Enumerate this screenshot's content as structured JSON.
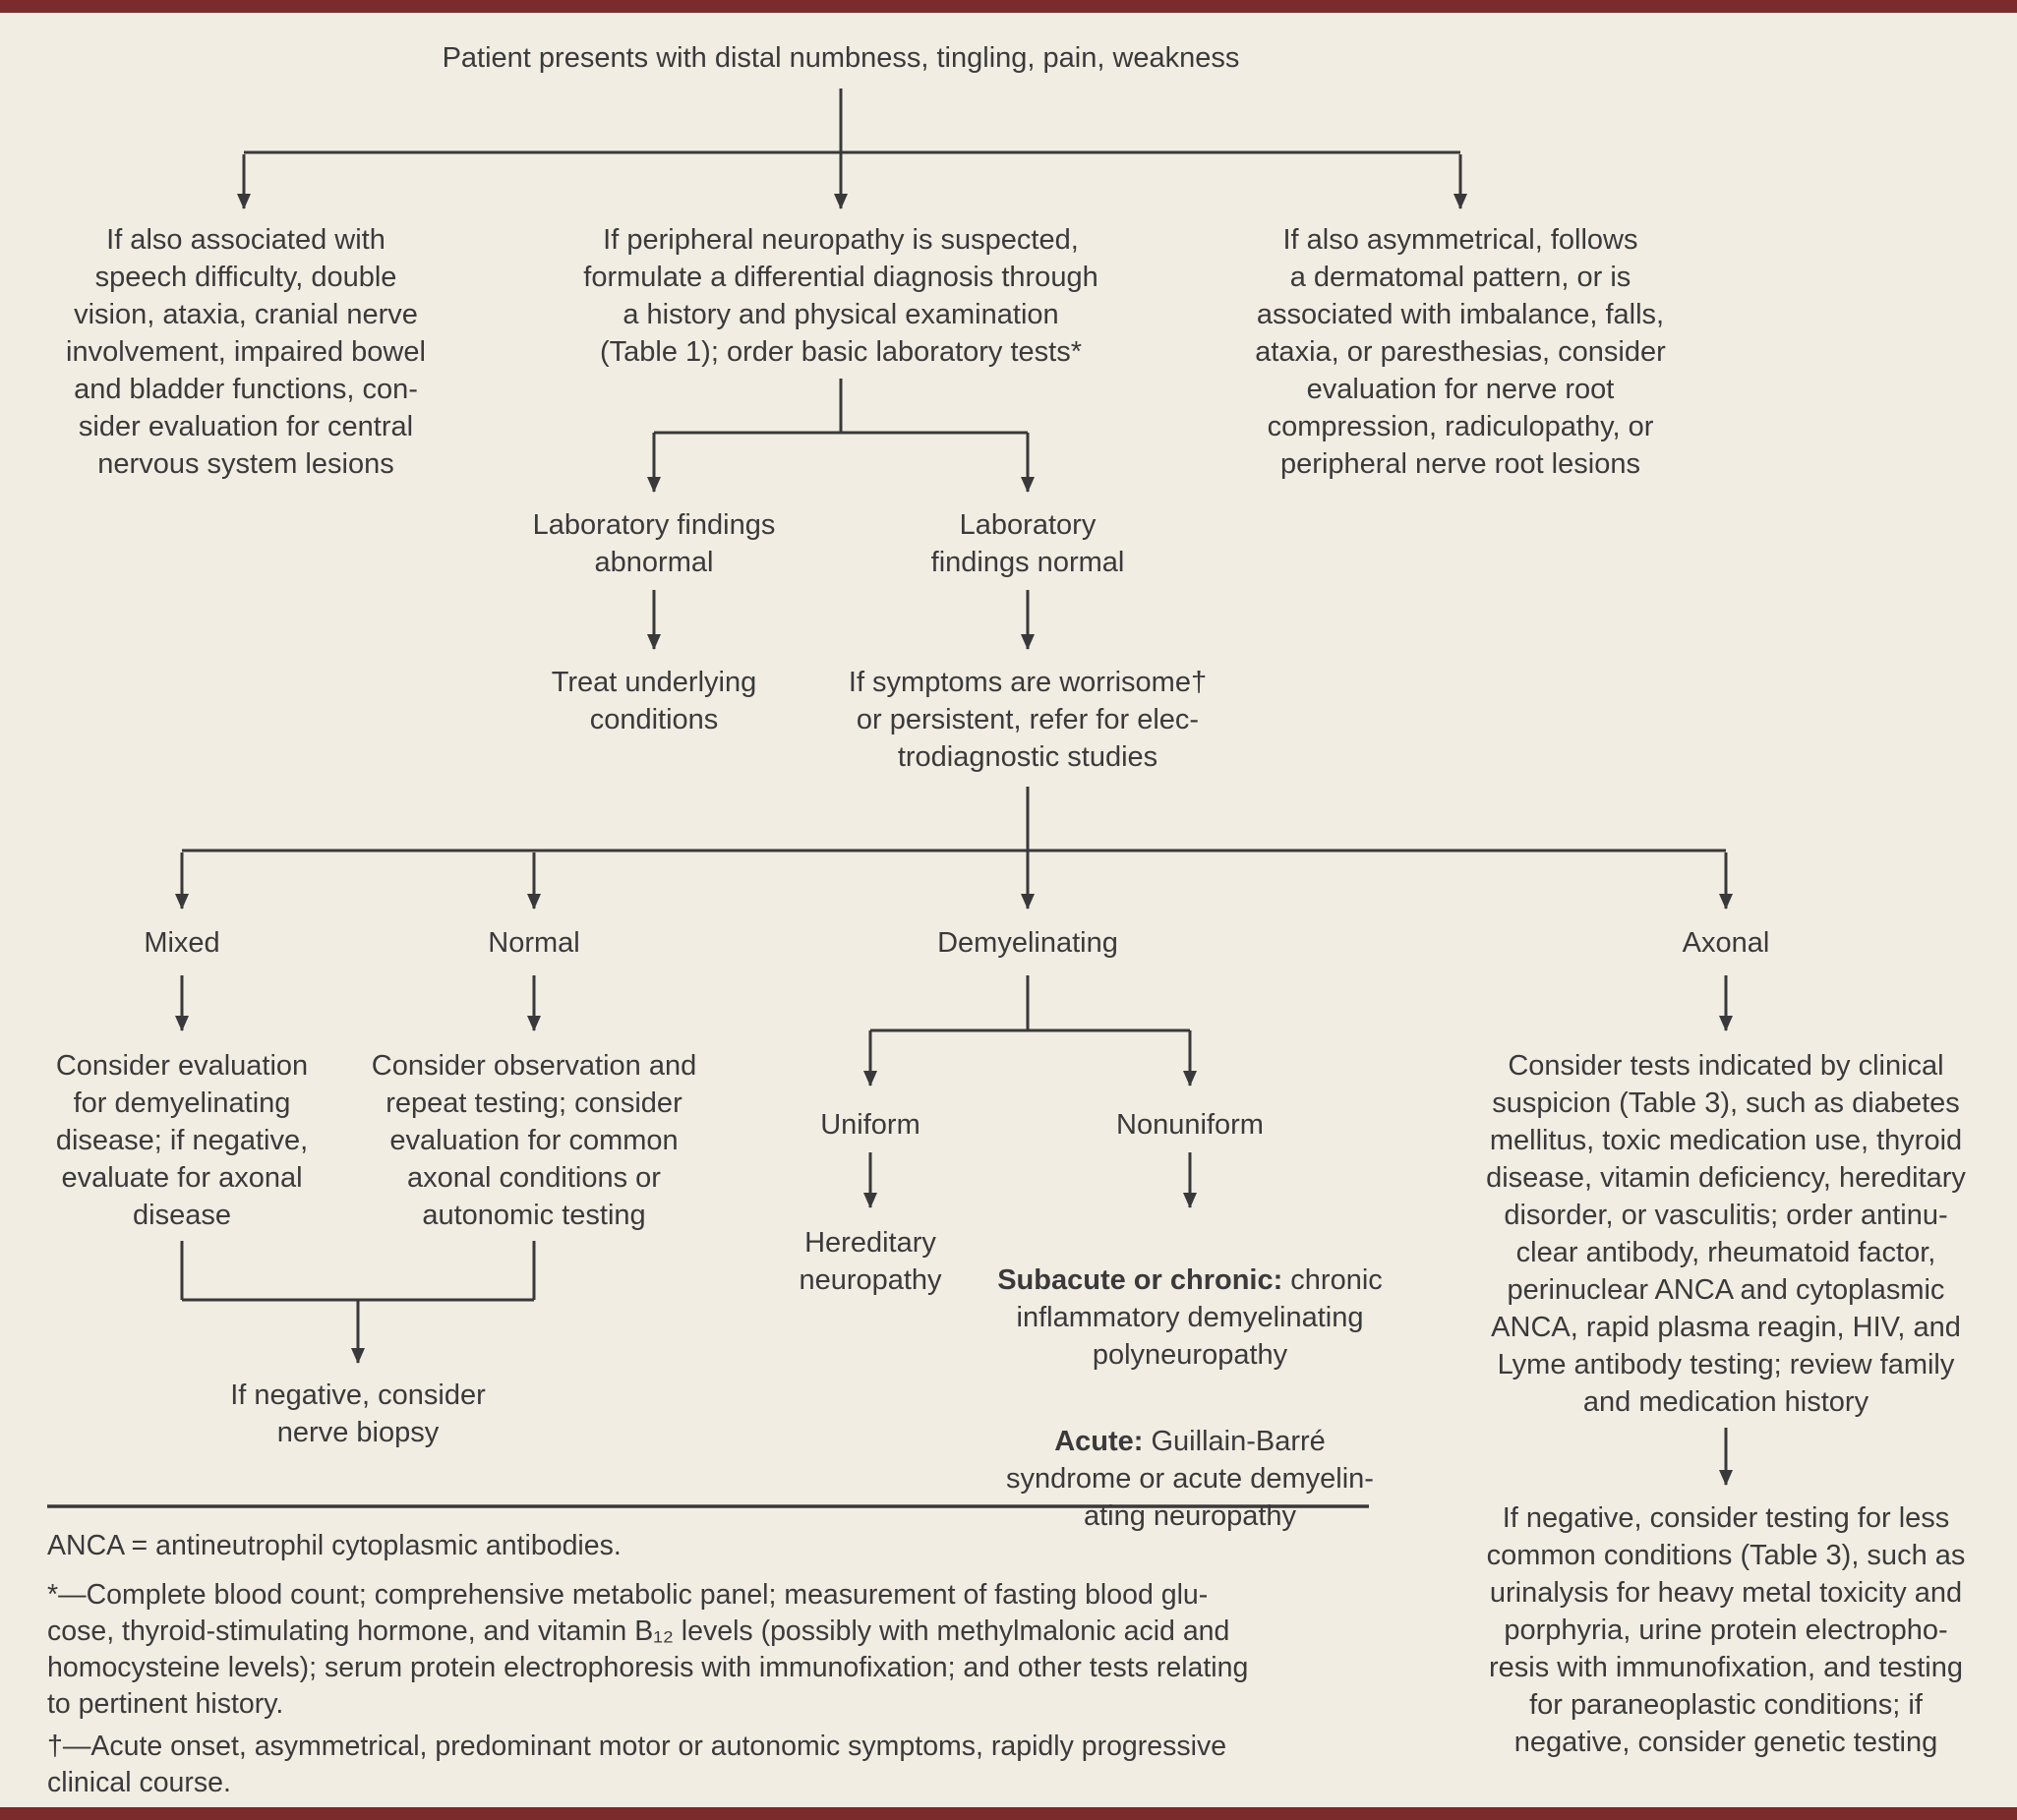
{
  "page": {
    "colors": {
      "background": "#f2ede2",
      "text": "#3a3a3c",
      "line": "#39393b",
      "accent_bar": "#7c2b2c"
    }
  },
  "nodes": {
    "root": "Patient presents with distal numbness, tingling, pain, weakness",
    "cns": "If also associated with\nspeech difficulty, double\nvision, ataxia, cranial nerve\ninvolvement, impaired bowel\nand bladder functions, con-\nsider evaluation for central\nnervous system lesions",
    "differential": "If peripheral neuropathy is suspected,\nformulate a differential diagnosis through\na history and physical examination\n(Table 1); order basic laboratory tests*",
    "radiculopathy": "If also asymmetrical, follows\na dermatomal pattern, or is\nassociated with imbalance, falls,\nataxia, or paresthesias, consider\nevaluation for nerve root\ncompression, radiculopathy, or\nperipheral nerve root lesions",
    "lab_abnormal": "Laboratory findings\nabnormal",
    "lab_normal": "Laboratory\nfindings normal",
    "treat": "Treat underlying\nconditions",
    "worrisome": "If symptoms are worrisome†\nor persistent, refer for elec-\ntrodiagnostic studies",
    "mixed_label": "Mixed",
    "normal_label": "Normal",
    "demyelinating_label": "Demyelinating",
    "axonal_label": "Axonal",
    "mixed_result": "Consider evaluation\nfor demyelinating\ndisease; if negative,\nevaluate for axonal\ndisease",
    "normal_result": "Consider observation and\nrepeat testing; consider\nevaluation for common\naxonal conditions or\nautonomic testing",
    "biopsy": "If negative, consider\nnerve biopsy",
    "uniform_label": "Uniform",
    "nonuniform_label": "Nonuniform",
    "hereditary": "Hereditary\nneuropathy",
    "nonuniform_result": {
      "subacute_label": "Subacute or chronic:",
      "subacute_text": " chronic\ninflammatory demyelinating\npolyneuropathy",
      "acute_label": "Acute:",
      "acute_text": " Guillain-Barré\nsyndrome or acute demyelin-\nating neuropathy"
    },
    "axonal_result": "Consider tests indicated by clinical\nsuspicion (Table 3), such as diabetes\nmellitus, toxic medication use, thyroid\ndisease, vitamin deficiency, hereditary\ndisorder, or vasculitis; order antinu-\nclear antibody, rheumatoid factor,\nperinuclear ANCA and cytoplasmic\nANCA, rapid plasma reagin, HIV, and\nLyme antibody testing; review family\nand medication history",
    "axonal_negative": "If negative, consider testing for less\ncommon conditions (Table 3), such as\nurinalysis for heavy metal toxicity and\nporphyria, urine protein electropho-\nresis with immunofixation, and testing\nfor paraneoplastic conditions; if\nnegative, consider genetic testing"
  },
  "footnotes": {
    "anca": "ANCA = antineutrophil cytoplasmic antibodies.",
    "asterisk": "*—Complete blood count; comprehensive metabolic panel; measurement of fasting blood glu-\ncose, thyroid-stimulating hormone, and vitamin B₁₂ levels (possibly with methylmalonic acid and\nhomocysteine levels); serum protein electrophoresis with immunofixation; and other tests relating\nto pertinent history.",
    "dagger": "†—Acute onset, asymmetrical, predominant motor or autonomic symptoms, rapidly progressive\nclinical course."
  }
}
